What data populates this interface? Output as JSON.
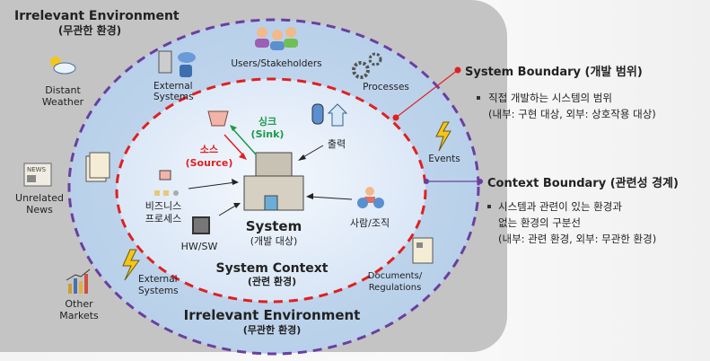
{
  "outer": {
    "title": "Irrelevant Environment",
    "subtitle": "(무관한 환경)"
  },
  "outside_items": [
    {
      "label1": "Distant",
      "label2": "Weather",
      "icon": "weather-icon"
    },
    {
      "label1": "Unrelated",
      "label2": "News",
      "icon": "newspaper-icon"
    },
    {
      "label1": "Other",
      "label2": "Markets",
      "icon": "chart-icon"
    }
  ],
  "context_items": {
    "external_top": {
      "label1": "External",
      "label2": "Systems"
    },
    "users": "Users/Stakeholders",
    "processes": "Processes",
    "events": "Events",
    "external_bottom": {
      "label1": "External",
      "label2": "Systems"
    },
    "documents": {
      "label1": "Documents/",
      "label2": "Regulations"
    }
  },
  "context": {
    "title": "System Context",
    "subtitle": "(관련 환경)"
  },
  "bottom_env": {
    "title": "Irrelevant Environment",
    "subtitle": "(무관한 환경)"
  },
  "system": {
    "title": "System",
    "subtitle": "(개발 대상)",
    "sink": {
      "ko": "싱크",
      "en": "(Sink)"
    },
    "source": {
      "ko": "소스",
      "en": "(Source)"
    },
    "output": "출력",
    "business": {
      "l1": "비즈니스",
      "l2": "프로세스"
    },
    "hwsw": "HW/SW",
    "people": "사람/조직"
  },
  "legend": {
    "system_boundary": {
      "title": "System Boundary (개발 범위)",
      "line1": "직접 개발하는 시스템의 범위",
      "line2": "(내부: 구현 대상, 외부: 상호작용 대상)"
    },
    "context_boundary": {
      "title": "Context Boundary (관련성 경계)",
      "line1": "시스템과 관련이 있는 환경과",
      "line2": "없는 환경의 구분선",
      "line3": "(내부: 관련 환경, 외부: 무관한 환경)"
    }
  },
  "colors": {
    "system_boundary": "#e02020",
    "context_boundary": "#6a3fa0",
    "sink": "#1a9a4a",
    "source": "#e02020"
  }
}
